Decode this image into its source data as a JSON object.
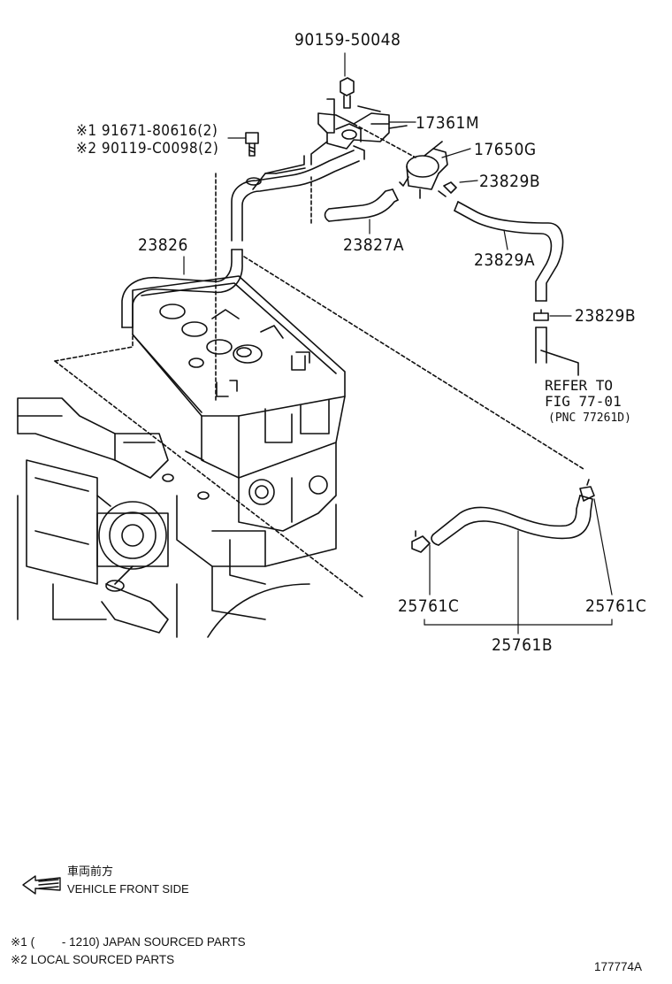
{
  "parts": {
    "p90159": "90159-50048",
    "p91671": "※1 91671-80616(2)",
    "p90119": "※2 90119-C0098(2)",
    "p17361M": "17361M",
    "p17650G": "17650G",
    "p23829B_top": "23829B",
    "p23827A": "23827A",
    "p23826": "23826",
    "p23829A": "23829A",
    "p23829B_mid": "23829B",
    "p25761C_left": "25761C",
    "p25761C_right": "25761C",
    "p25761B": "25761B"
  },
  "refer": {
    "line1": "REFER TO",
    "line2": "FIG 77-01",
    "line3": "(PNC 77261D)"
  },
  "legend": {
    "jp": "車両前方",
    "en": "VEHICLE FRONT SIDE"
  },
  "notes": {
    "note1": "※1 (　　 - 1210) JAPAN SOURCED PARTS",
    "note2": "※2 LOCAL SOURCED PARTS"
  },
  "figure_id": "177774A",
  "colors": {
    "ink": "#111111",
    "background": "#ffffff"
  }
}
